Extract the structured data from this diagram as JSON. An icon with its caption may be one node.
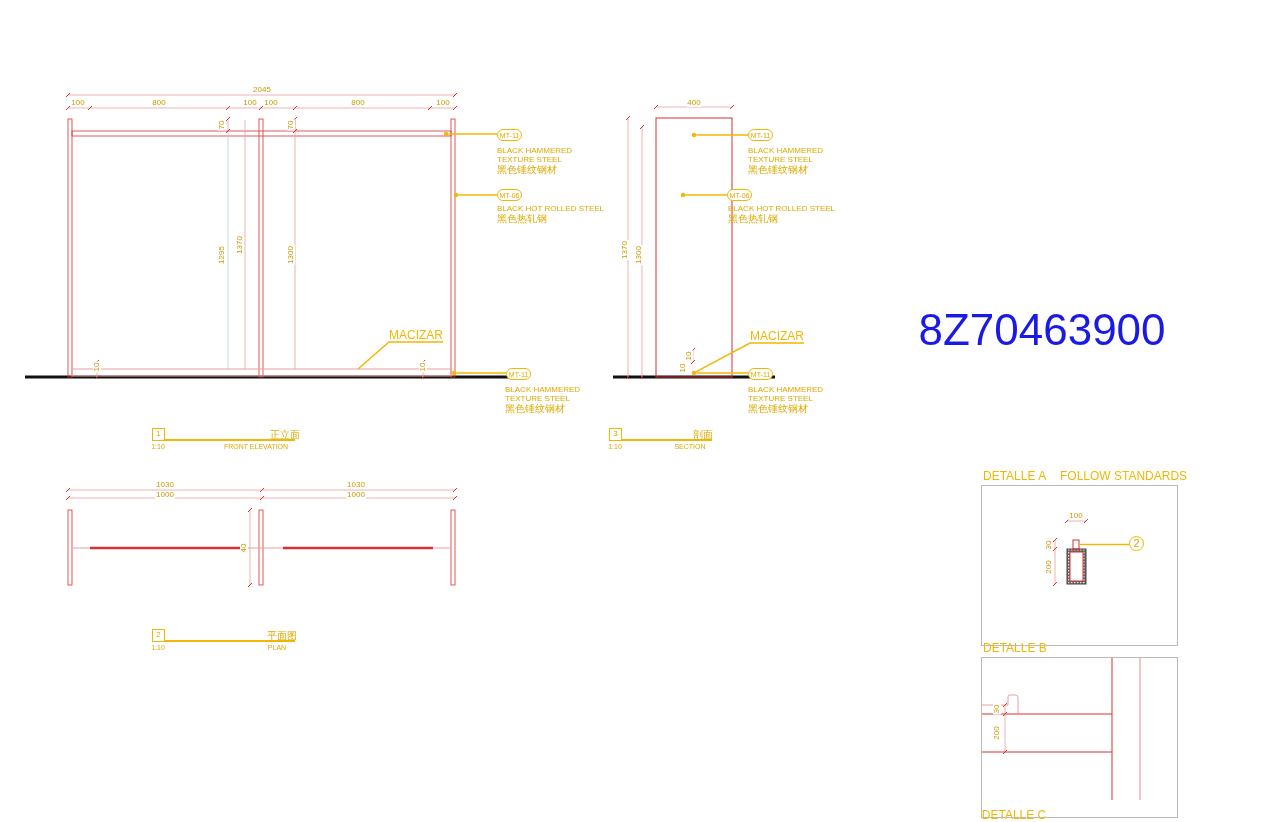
{
  "diagram": {
    "nodes": [
      {
        "text": [
          "MT-11"
        ],
        "beside": [
          "BLACK HAMMERED TEXTURE STEEL",
          "黑色锤纹钢材"
        ]
      },
      {
        "text": [
          "MT-06"
        ],
        "beside": [
          "BLACK HOT ROLLED STEEL",
          "黑色热轧钢"
        ]
      },
      {
        "text": [
          "MACIZAR"
        ]
      },
      {
        "text": [
          "MT-11"
        ],
        "beside": [
          "BLACK HAMMERED TEXTURE STEEL",
          "黑色锤纹钢材"
        ]
      },
      {
        "text": [
          "MT-11"
        ],
        "beside": [
          "BLACK HAMMERED TEXTURE STEEL",
          "黑色锤纹钢材"
        ]
      },
      {
        "text": [
          "MT-06"
        ],
        "beside": [
          "BLACK HOT ROLLED STEEL",
          "黑色热轧钢"
        ]
      },
      {
        "text": [
          "MACIZAR"
        ]
      },
      {
        "text": [
          "MT-11"
        ],
        "beside": [
          "BLACK HAMMERED TEXTURE STEEL",
          "黑色锤纹钢材"
        ]
      },
      {
        "text": [
          "1"
        ],
        "beside": [
          "正立面",
          "1:10",
          "FRONT ELEVATION"
        ]
      },
      {
        "text": [
          "3"
        ],
        "beside": [
          "剖面",
          "1:10",
          "SECTION"
        ]
      },
      {
        "text": [
          "2"
        ],
        "beside": [
          "平面图",
          "1:10",
          "PLAN"
        ]
      },
      {
        "text": [
          "DETALLE A",
          "FOLLOW STANDARDS"
        ]
      },
      {
        "text": [
          "2"
        ],
        "in": 11
      },
      {
        "text": [
          "DETALLE B"
        ]
      },
      {
        "text": [],
        "shape": "circle"
      },
      {
        "text": [],
        "shape": "circle"
      },
      {
        "text": [],
        "shape": "bar"
      },
      {
        "text": [],
        "shape": "circle"
      },
      {
        "text": [],
        "shape": "circle"
      },
      {
        "text": [],
        "shape": "circle"
      },
      {
        "text": [],
        "shape": "circle"
      },
      {
        "text": [],
        "shape": "box",
        "in": 11
      }
    ],
    "edges": [
      {
        "from": 0,
        "to": 14,
        "arrow": "none"
      },
      {
        "from": 1,
        "to": 15,
        "arrow": "none"
      },
      {
        "from": 2,
        "to": 16,
        "arrow": "none"
      },
      {
        "from": 3,
        "to": 17,
        "arrow": "none"
      },
      {
        "from": 4,
        "to": 18,
        "arrow": "none"
      },
      {
        "from": 5,
        "to": 19,
        "arrow": "none"
      },
      {
        "from": 6,
        "to": 20,
        "arrow": "none"
      },
      {
        "from": 7,
        "to": 20,
        "arrow": "none"
      },
      {
        "from": 12,
        "to": 21,
        "arrow": "none"
      }
    ],
    "labels": [
      "2045",
      "100",
      "800",
      "100",
      "100",
      "800",
      "100",
      "70",
      "70",
      "1295",
      "1370",
      "1300",
      "10",
      "10",
      "400",
      "1370",
      "1300",
      "10",
      "10",
      "8Z70463900",
      "1030",
      "1000",
      "1030",
      "1000",
      "40",
      "100",
      "30",
      "200",
      "30",
      "200",
      "DETALLE C"
    ]
  }
}
